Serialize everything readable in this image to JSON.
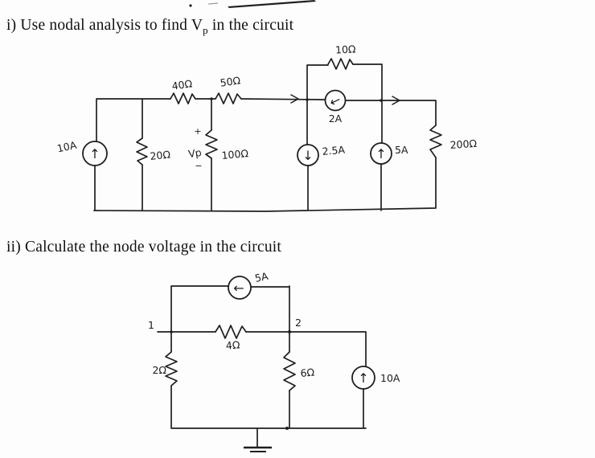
{
  "page": {
    "paper_color": "#fdfdfd",
    "ink_color": "#1f1f1f"
  },
  "icons": {
    "arrow_up": "↑",
    "arrow_down": "↓",
    "arrow_left": "←"
  },
  "problems": [
    {
      "heading": {
        "prefix": "i) Use nodal analysis to find V",
        "subscript": "p",
        "suffix": " in the circuit"
      },
      "circuit": {
        "resistors": {
          "r40": "40Ω",
          "r50": "50Ω",
          "r10": "10Ω",
          "r20": "20Ω",
          "r100": "100Ω",
          "r200": "200Ω"
        },
        "sources": {
          "i10": "10A",
          "i2": "2A",
          "i2_5": "2.5A",
          "i5": "5A"
        },
        "voltage_label": {
          "plus": "+",
          "name": "Vp",
          "minus": "−"
        }
      }
    },
    {
      "heading": {
        "text": "ii) Calculate the node voltage in the circuit"
      },
      "circuit": {
        "resistors": {
          "r2": "2Ω",
          "r4": "4Ω",
          "r6": "6Ω"
        },
        "sources": {
          "i5": "5A",
          "i10": "10A"
        },
        "nodes": {
          "n1": "1",
          "n2": "2"
        }
      }
    }
  ]
}
